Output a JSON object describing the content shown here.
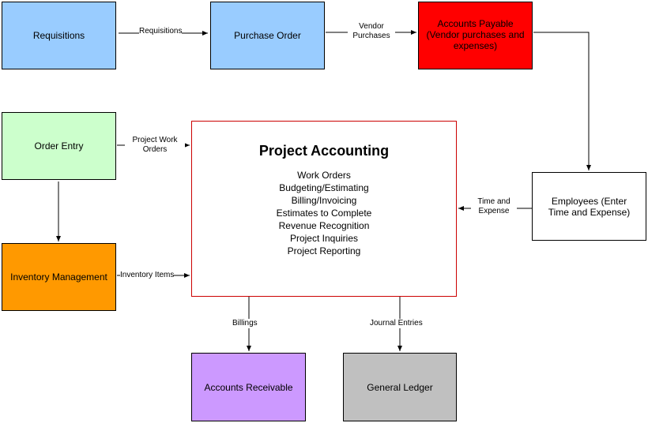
{
  "nodes": {
    "requisitions": {
      "label": "Requisitions",
      "color": "#99ccff"
    },
    "purchase_order": {
      "label": "Purchase Order",
      "color": "#99ccff"
    },
    "accounts_payable": {
      "label": "Accounts Payable (Vendor purchases and expenses)",
      "color": "#ff0000"
    },
    "order_entry": {
      "label": "Order Entry",
      "color": "#ccffcc"
    },
    "inventory_management": {
      "label": "Inventory Management",
      "color": "#ff9900"
    },
    "employees": {
      "label": "Employees (Enter Time and Expense)",
      "color": "#ffffff"
    },
    "accounts_receivable": {
      "label": "Accounts Receivable",
      "color": "#cc99ff"
    },
    "general_ledger": {
      "label": "General Ledger",
      "color": "#c0c0c0"
    },
    "project_accounting": {
      "title": "Project Accounting",
      "border_color": "#cc0000",
      "items": [
        "Work Orders",
        "Budgeting/Estimating",
        "Billing/Invoicing",
        "Estimates to Complete",
        "Revenue Recognition",
        "Project Inquiries",
        "Project Reporting"
      ]
    }
  },
  "edges": {
    "requisitions": "Requisitions",
    "vendor_purchases": "Vendor Purchases",
    "project_work_orders": "Project Work Orders",
    "inventory_items": "Inventory Items",
    "time_and_expense": "Time and Expense",
    "billings": "Billings",
    "journal_entries": "Journal Entries"
  }
}
